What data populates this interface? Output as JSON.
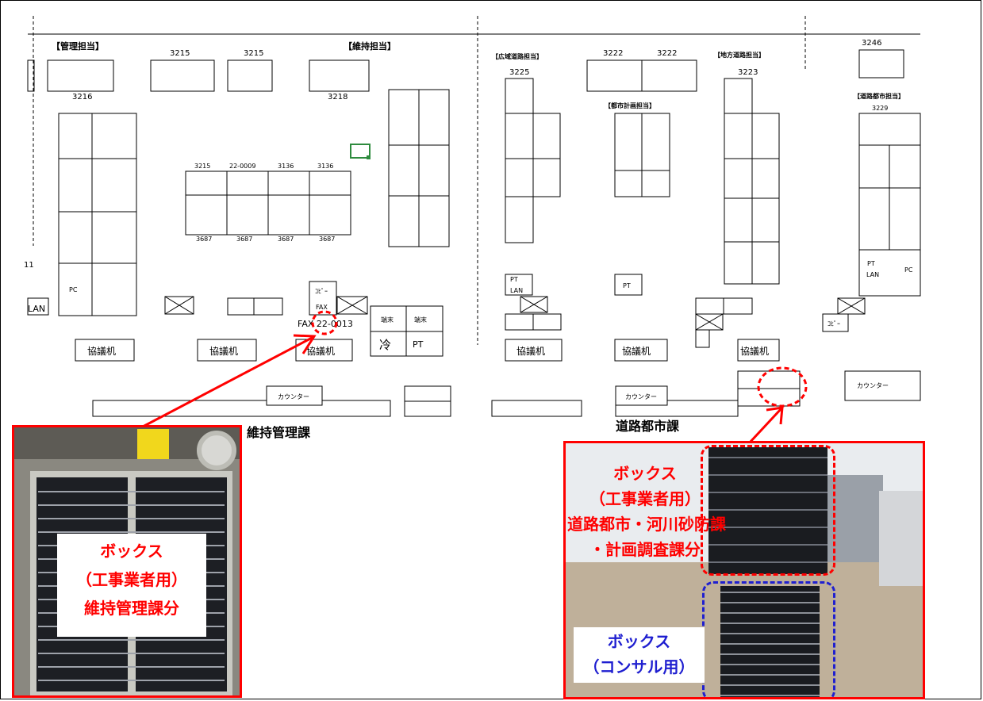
{
  "plan": {
    "teams": {
      "kanri": "【管理担当】",
      "iji": "【維持担当】",
      "kohaniki": "【広域道路担当】",
      "chiho": "【地方道路担当】",
      "toshikeikaku": "【都市計画担当】",
      "toshi": "【道路都市担当】"
    },
    "extensions": {
      "e3215": "3215",
      "e3216": "3216",
      "e3218": "3218",
      "e3222": "3222",
      "e3225": "3225",
      "e3223": "3223",
      "e3246": "3246",
      "e3229": "3229",
      "e220009": "22-0009",
      "e3136": "3136",
      "e3687": "3687",
      "e11": "11"
    },
    "equipment": {
      "pc": "PC",
      "lan": "LAN",
      "pt": "PT",
      "copy": "ｺﾋﾟｰ",
      "fax": "FAX",
      "fax_number": "FAX 22-0013",
      "terminal": "端末",
      "fridge": "冷"
    },
    "meeting_desk": "協議机",
    "counter": "カウンター",
    "section_left": "維持管理課",
    "section_right": "道路都市課"
  },
  "callouts": {
    "left": [
      "ボックス",
      "（工事業者用）",
      "維持管理課分"
    ],
    "right_contractor": [
      "ボックス",
      "（工事業者用）",
      "道路都市・河川砂防課",
      "・計画調査課分"
    ],
    "right_consultant": [
      "ボックス",
      "（コンサル用）"
    ]
  },
  "colors": {
    "callout_red": "#ff0000",
    "consultant_blue": "#1f1fd0"
  }
}
